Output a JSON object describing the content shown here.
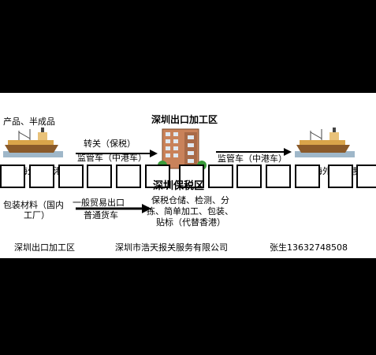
{
  "diagram": {
    "left_top_label": "产品、半成品",
    "left_overseas": "海外（香港）",
    "center_title": "深圳出口加工区",
    "arrow1_top": "转关（保税）",
    "arrow1_bottom": "监管车（中港车）",
    "arrow2_label": "监管车（中港车）",
    "right_overseas": "海外（香港）",
    "bonded_zone_title": "深圳保税区",
    "left_bottom_label_line1": "包装材料（国内",
    "left_bottom_label_line2": "工厂）",
    "arrow3_top": "一般贸易出口",
    "arrow3_bottom": "普通货车",
    "services_line1": "保税仓储、检测、分",
    "services_line2": "拣、简单加工、包装、",
    "services_line3": "贴标（代替香港）"
  },
  "footer": {
    "left": "深圳出口加工区",
    "center": "深圳市浩天报关服务有限公司",
    "right": "张生13632748508"
  },
  "colors": {
    "background": "#000000",
    "panel": "#ffffff",
    "ship_hull": "#8a5a2a",
    "ship_deck": "#d9a44a",
    "building": "#c9825a",
    "tree": "#3a9a3a"
  }
}
